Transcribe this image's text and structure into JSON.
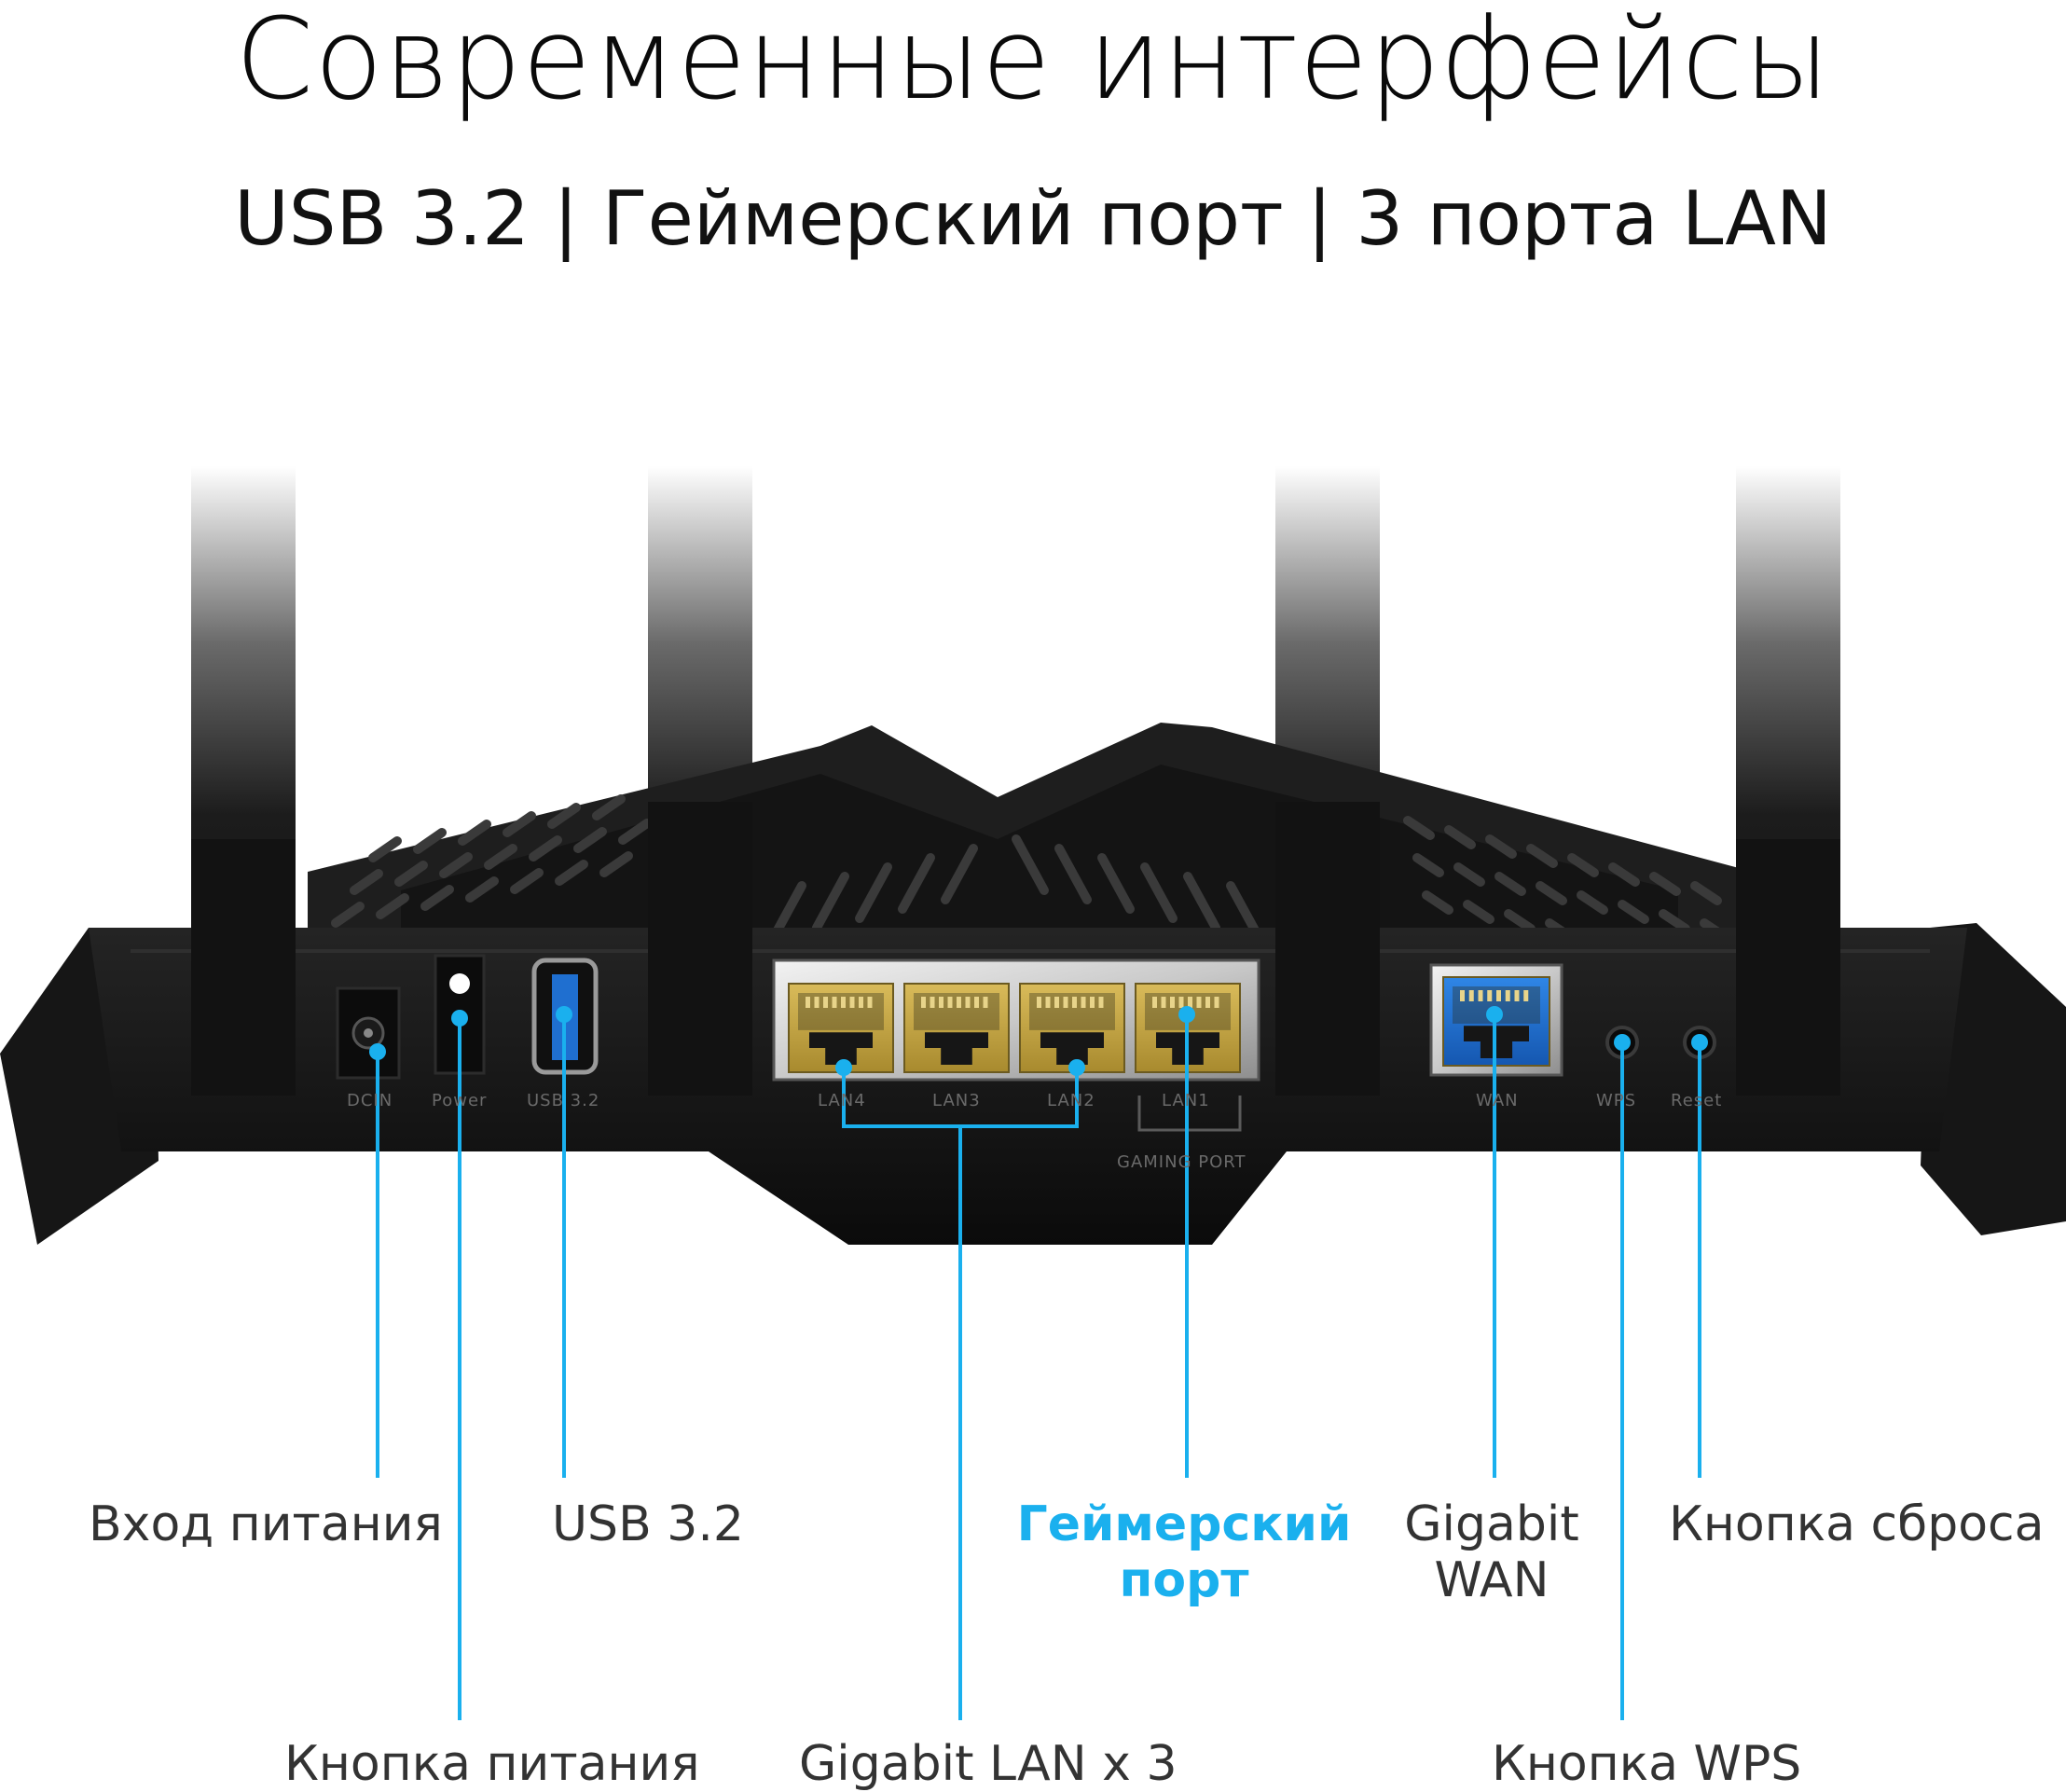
{
  "heading": {
    "title": "Современные интерфейсы",
    "subtitle": "USB 3.2 | Геймерский порт | 3 порта LAN"
  },
  "device": {
    "port_markings": {
      "dcin": "DCIN",
      "power": "Power",
      "usb": "USB 3.2",
      "lan4": "LAN4",
      "lan3": "LAN3",
      "lan2": "LAN2",
      "lan1": "LAN1",
      "gaming_port": "GAMING PORT",
      "wan": "WAN",
      "wps": "WPS",
      "reset": "Reset"
    },
    "icons": [
      "router-icon"
    ]
  },
  "callouts": {
    "power_input": "Вход питания",
    "usb": "USB 3.2",
    "gaming_port_line1": "Геймерский",
    "gaming_port_line2": "порт",
    "gigabit_wan_line1": "Gigabit",
    "gigabit_wan_line2": "WAN",
    "reset_button": "Кнопка сброса",
    "power_button": "Кнопка питания",
    "gigabit_lan": "Gigabit LAN x 3",
    "wps_button": "Кнопка WPS"
  },
  "colors": {
    "accent": "#1ab0ee",
    "lan_port": "#c9a94a",
    "wan_port": "#1f6fd0",
    "body": "#1a1a1a"
  }
}
